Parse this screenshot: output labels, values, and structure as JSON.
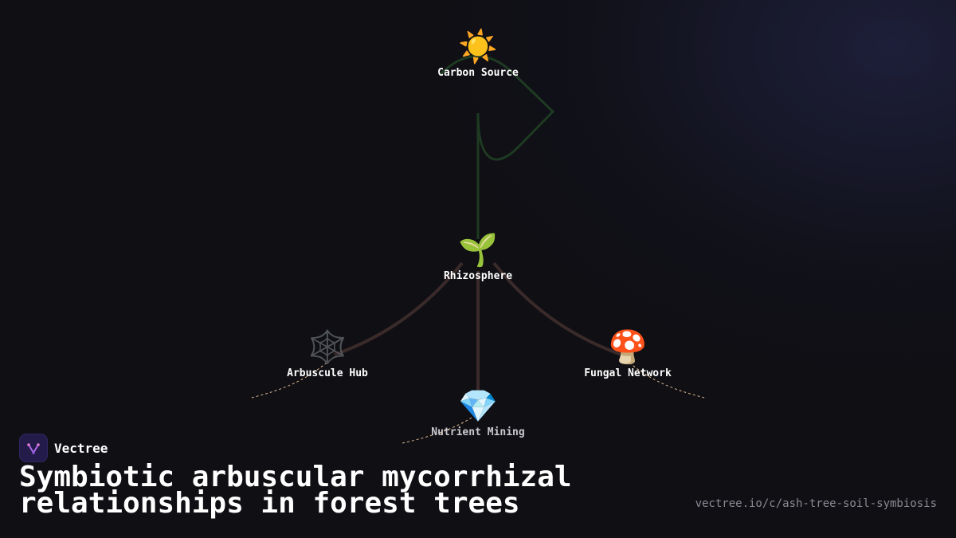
{
  "brand": {
    "name": "Vectree",
    "logo_icon": "tree-logo-icon"
  },
  "title_line1": "Symbiotic arbuscular mycorrhizal",
  "title_line2": "relationships in forest trees",
  "url": "vectree.io/c/ash-tree-soil-symbiosis",
  "nodes": {
    "carbon_source": {
      "emoji": "☀️",
      "label": "Carbon Source",
      "icon": "sun-icon"
    },
    "rhizosphere": {
      "emoji": "🌱",
      "label": "Rhizosphere",
      "icon": "seedling-icon"
    },
    "arbuscule_hub": {
      "emoji": "🕸️",
      "label": "Arbuscule Hub",
      "icon": "spider-web-icon"
    },
    "fungal_network": {
      "emoji": "🍄",
      "label": "Fungal Network",
      "icon": "mushroom-icon"
    },
    "nutrient_mining": {
      "emoji": "💎",
      "label": "Nutrient Mining",
      "icon": "gem-icon"
    }
  },
  "colors": {
    "background": "#0f0f14",
    "edge_green": "#1f3a22",
    "edge_brown": "#3a2a2a",
    "edge_dashed": "#e0b890",
    "text": "#ffffff",
    "muted_text": "#8a8a93",
    "logo_bg": "#231c4a"
  }
}
